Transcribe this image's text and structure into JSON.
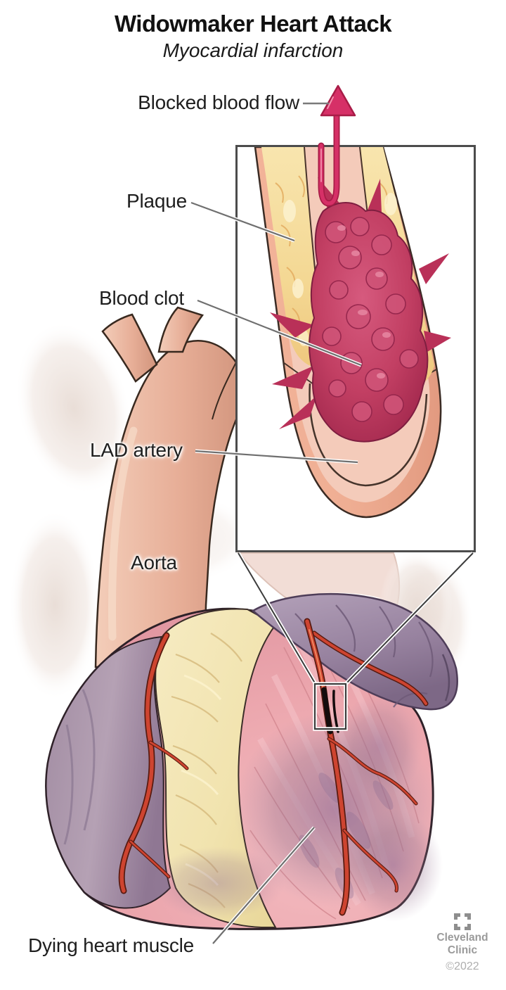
{
  "title": {
    "main": "Widowmaker Heart Attack",
    "subtitle": "Myocardial infarction"
  },
  "labels": {
    "blocked_blood_flow": "Blocked blood flow",
    "plaque": "Plaque",
    "blood_clot": "Blood clot",
    "lad_artery": "LAD artery",
    "aorta": "Aorta",
    "dying_heart_muscle": "Dying heart muscle"
  },
  "credit": {
    "logo_icon": "cleveland-clinic-square-logo",
    "org_line1": "Cleveland",
    "org_line2": "Clinic",
    "copyright": "©2022"
  },
  "colors": {
    "accent_red": "#d22b59",
    "label_text": "#1e1e1e",
    "leader_gray": "#6f6f6f",
    "box_border": "#4c4c4c",
    "credit_gray": "#9a9a9a",
    "plaque_yellow": "#f6dfa3",
    "clot_crimson": "#c23f63",
    "artery_wall_salmon": "#efae93",
    "heart_muscle_pink": "#eca7ae",
    "heart_fat_yellow": "#f1e3ae",
    "dying_muscle_purple": "#9c7d9c",
    "coronary_red": "#ce4430",
    "aorta_tan": "#e9b9a6"
  }
}
